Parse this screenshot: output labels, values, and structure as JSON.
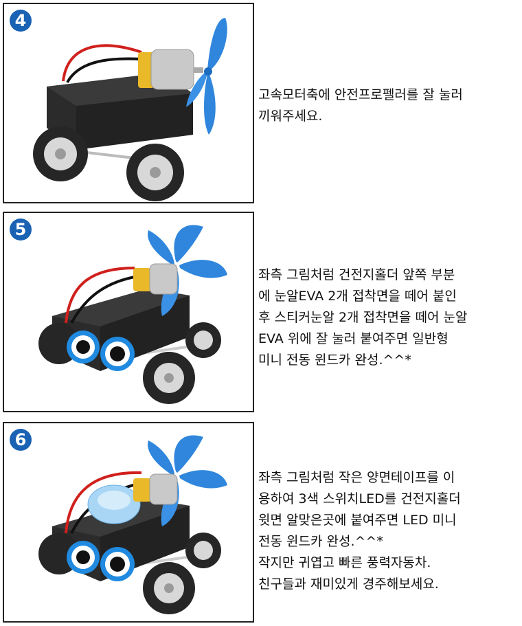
{
  "steps": [
    {
      "number": "4",
      "text": "고속모터축에 안전프로펠러를 잘 눌러\n끼워주세요."
    },
    {
      "number": "5",
      "text": "좌측 그림처럼 건전지홀더 앞쪽 부분\n에 눈알EVA 2개 접착면을 떼어 붙인\n후 스티커눈알 2개 접착면을 떼어 눈알\nEVA 위에 잘 눌러 붙여주면 일반형\n미니 전동 윈드카 완성.^^*"
    },
    {
      "number": "6",
      "text": "좌측 그림처럼 작은 양면테이프를 이\n용하여 3색 스위치LED를 건전지홀더\n윗면 알맞은곳에 붙여주면 LED 미니\n전동 윈드카 완성.^^*\n작지만 귀엽고 빠른 풍력자동차.\n친구들과 재미있게 경주해보세요."
    }
  ],
  "colors": {
    "badge": "#1a62b3",
    "propeller": "#2f86dc",
    "body": "#2e2e2e",
    "motor": "#e9b92a",
    "wire_red": "#d0201c"
  }
}
